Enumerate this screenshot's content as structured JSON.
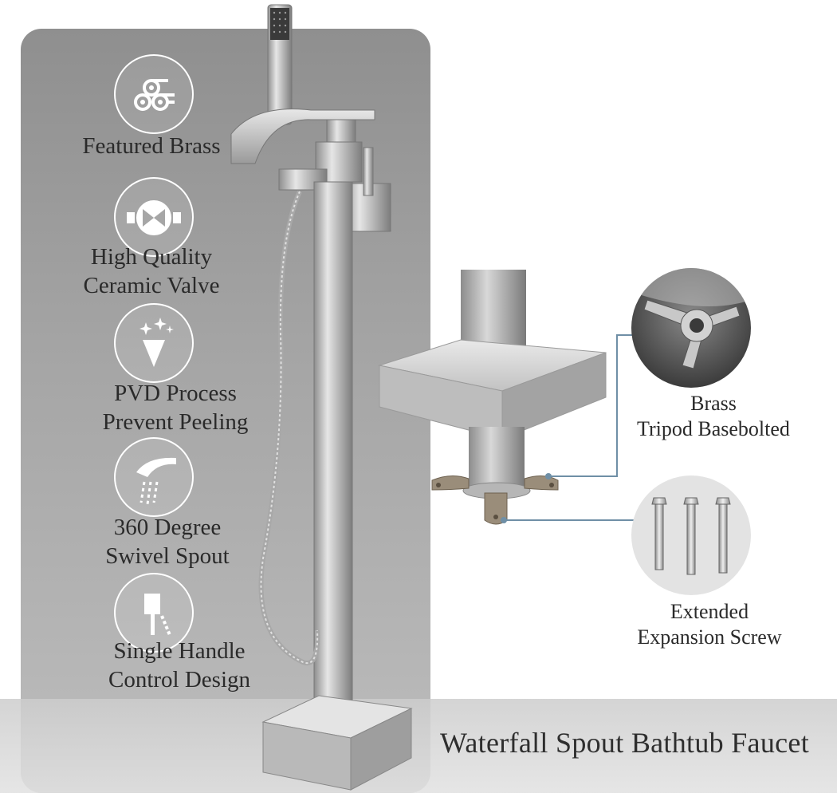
{
  "features": [
    {
      "icon": "brass-pipes-icon",
      "line1": "Featured Brass",
      "line2": ""
    },
    {
      "icon": "ceramic-valve-icon",
      "line1": "High Quality",
      "line2": "Ceramic Valve"
    },
    {
      "icon": "diamond-sparkle-icon",
      "line1": "PVD Process",
      "line2": "Prevent Peeling"
    },
    {
      "icon": "waterfall-spout-icon",
      "line1": "360 Degree",
      "line2": "Swivel Spout"
    },
    {
      "icon": "single-handle-icon",
      "line1": "Single Handle",
      "line2": "Control Design"
    }
  ],
  "details": {
    "tripod": {
      "line1": "Brass",
      "line2": "Tripod Basebolted"
    },
    "screws": {
      "line1": "Extended",
      "line2": "Expansion Screw"
    }
  },
  "product_title": "Waterfall Spout Bathtub Faucet",
  "colors": {
    "panel": "#a6a6a6",
    "metal": "#c9c9c9",
    "metal_dark": "#8a8a8a",
    "callout_line": "#6f8fa6"
  }
}
